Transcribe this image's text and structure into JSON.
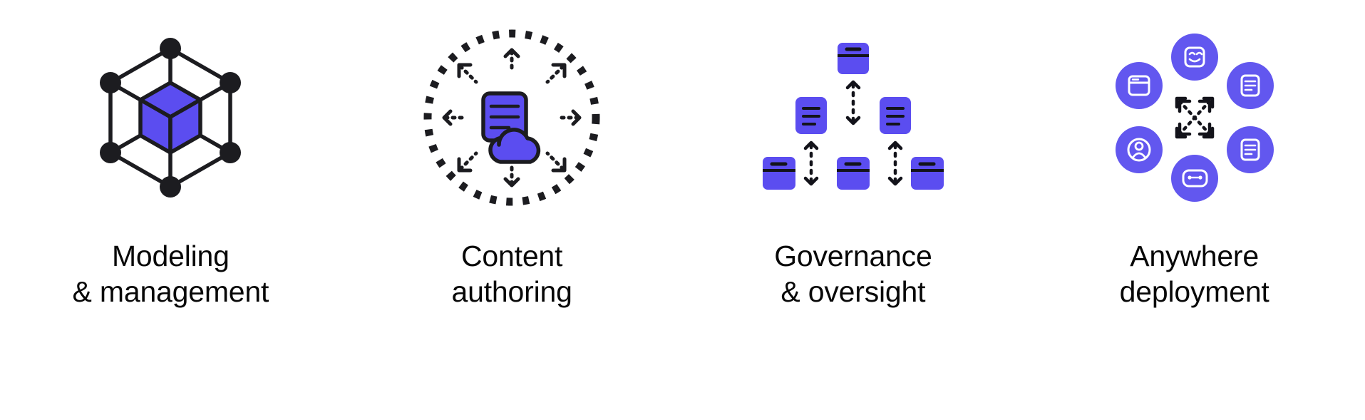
{
  "page": {
    "background_color": "#ffffff",
    "accent_color": "#5b4df0",
    "accent_color_light": "#6257ef",
    "ink_color": "#1c1c20",
    "text_color": "#080808"
  },
  "features": [
    {
      "id": "modeling-management",
      "label": "Modeling\n& management",
      "icon_name": "hexagonal-node-cube-icon",
      "icon_description": "Isometric cube inside a hexagon of six connected nodes",
      "icon_colors": {
        "cube": "#5b4df0",
        "nodes": "#1c1c20",
        "edges": "#1c1c20"
      }
    },
    {
      "id": "content-authoring",
      "label": "Content\nauthoring",
      "icon_name": "document-cloud-in-dotted-circle-icon",
      "icon_description": "Document and cloud glyph centred in a dotted circle with four corner brackets and four directional arrows",
      "icon_colors": {
        "glyph": "#5b4df0",
        "outline": "#1c1c20",
        "circle": "#1c1c20"
      }
    },
    {
      "id": "governance-oversight",
      "label": "Governance\n& oversight",
      "icon_name": "hierarchy-archive-documents-icon",
      "icon_description": "Pyramid hierarchy of archive boxes and documents linked by dotted double-headed arrows",
      "icon_colors": {
        "shapes": "#5b4df0",
        "lines": "#13131a"
      }
    },
    {
      "id": "anywhere-deployment",
      "label": "Anywhere\ndeployment",
      "icon_name": "surrounding-app-circles-icon",
      "icon_description": "Six purple circular app badges arranged around a dotted expand-arrows marker",
      "icon_colors": {
        "circles": "#6257ef",
        "glyphs": "#ffffff",
        "expand": "#13131a"
      },
      "badges": [
        {
          "position": "top",
          "icon_name": "smiley-square-icon"
        },
        {
          "position": "left-upper",
          "icon_name": "browser-window-icon"
        },
        {
          "position": "right-upper",
          "icon_name": "document-lines-icon"
        },
        {
          "position": "left-lower",
          "icon_name": "user-signal-icon"
        },
        {
          "position": "right-lower",
          "icon_name": "document-lines-icon"
        },
        {
          "position": "bottom",
          "icon_name": "vr-headset-icon"
        }
      ],
      "center_icon_name": "expand-arrows-icon"
    }
  ]
}
